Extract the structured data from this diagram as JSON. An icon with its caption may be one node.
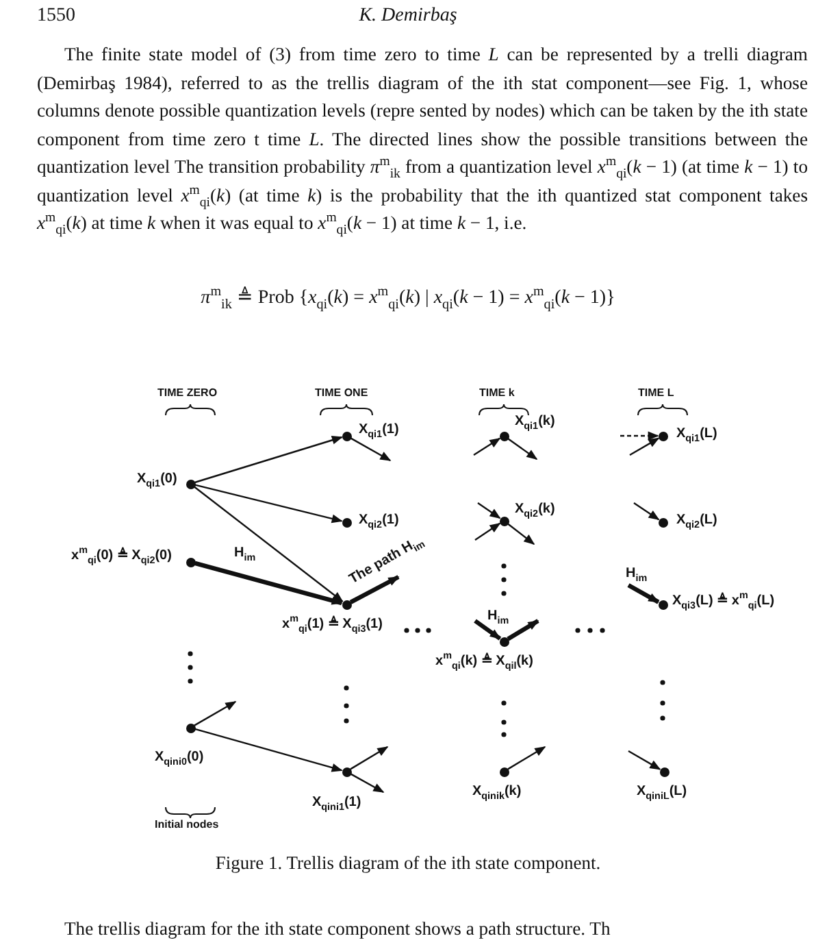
{
  "diagram": {
    "caption": "Figure 1. Trellis diagram of the ith state component.",
    "nodes": [
      {
        "text": [],
        "shape": "circle",
        "beside": [
          "X$_{qi1}$(0)"
        ]
      },
      {
        "text": [],
        "shape": "circle",
        "beside": [
          "x$^{m}$$_{qi}$(0) ≜ X$_{qi2}$(0)"
        ]
      },
      {
        "text": [],
        "shape": "circle",
        "beside": [
          "X$_{qin}$$_{i0}$(0)"
        ]
      },
      {
        "text": [],
        "shape": "circle",
        "beside": [
          "X$_{qi1}$(1)"
        ]
      },
      {
        "text": [],
        "shape": "circle",
        "beside": [
          "X$_{qi2}$(1)"
        ]
      },
      {
        "text": [],
        "shape": "circle",
        "beside": [
          "x$^{m}$$_{qi}$(1) ≜ X$_{qi3}$(1)"
        ]
      },
      {
        "text": [],
        "shape": "circle",
        "beside": [
          "X$_{qin}$$_{i1}$(1)"
        ]
      },
      {
        "text": [],
        "shape": "circle",
        "beside": [
          "X$_{qi1}$(k)"
        ]
      },
      {
        "text": [],
        "shape": "circle",
        "beside": [
          "X$_{qi2}$(k)"
        ]
      },
      {
        "text": [],
        "shape": "circle",
        "beside": [
          "x$^{m}$$_{qi}$(k) ≜ X$_{qil}$(k)"
        ]
      },
      {
        "text": [],
        "shape": "circle",
        "beside": [
          "X$_{qin}$$_{ik}$(k)"
        ]
      },
      {
        "text": [],
        "shape": "circle",
        "beside": [
          "X$_{qi1}$(L)"
        ]
      },
      {
        "text": [],
        "shape": "circle",
        "beside": [
          "X$_{qi2}$(L)"
        ]
      },
      {
        "text": [],
        "shape": "circle",
        "beside": [
          "X$_{qi3}$(L) ≜ x$^{m}$$_{qi}$(L)"
        ]
      },
      {
        "text": [],
        "shape": "circle",
        "beside": [
          "X$_{qin}$$_{iL}$(L)"
        ]
      }
    ],
    "edges": [
      {
        "from": 0,
        "to": 3,
        "arrow": "to"
      },
      {
        "from": 0,
        "to": 4,
        "arrow": "to"
      },
      {
        "from": 0,
        "to": 5,
        "arrow": "to"
      },
      {
        "from": 1,
        "to": 5,
        "arrow": "to",
        "style": "thick",
        "label": "H$_{im}$"
      },
      {
        "from": 5,
        "to": null,
        "arrow": "to",
        "style": "thick",
        "label": "The path H$_{im}$"
      },
      {
        "from": 3,
        "to": null,
        "arrow": "to"
      },
      {
        "from": 2,
        "to": null,
        "arrow": "to"
      },
      {
        "from": 2,
        "to": 6,
        "arrow": "to"
      },
      {
        "from": 6,
        "to": null,
        "arrow": "to"
      },
      {
        "from": 6,
        "to": null,
        "arrow": "to"
      },
      {
        "from": null,
        "to": 7,
        "arrow": "to"
      },
      {
        "from": 7,
        "to": null,
        "arrow": "to"
      },
      {
        "from": null,
        "to": 8,
        "arrow": "to"
      },
      {
        "from": null,
        "to": 8,
        "arrow": "to"
      },
      {
        "from": 8,
        "to": null,
        "arrow": "to"
      },
      {
        "from": null,
        "to": 9,
        "arrow": "to",
        "style": "thick",
        "label": "H$_{im}$"
      },
      {
        "from": 9,
        "to": null,
        "arrow": "to",
        "style": "thick"
      },
      {
        "from": 10,
        "to": null,
        "arrow": "to"
      },
      {
        "from": null,
        "to": 11,
        "arrow": "to",
        "style": "dashed"
      },
      {
        "from": null,
        "to": 11,
        "arrow": "to"
      },
      {
        "from": null,
        "to": 12,
        "arrow": "to"
      },
      {
        "from": null,
        "to": 13,
        "arrow": "to",
        "style": "thick",
        "label": "H$_{im}$"
      },
      {
        "from": null,
        "to": 14,
        "arrow": "to"
      }
    ],
    "labels": [
      "1550",
      "K. Demirbaş",
      "The finite state model of (3) from time zero to time *L* can be represented by a trelli diagram (Demirbaş 1984), referred to as the trellis diagram of the ith stat component—see Fig. 1, whose columns denote possible quantization levels (repre sented by nodes) which can be taken by the ith state component from time zero t time *L*. The directed lines show the possible transitions between the quantization level The transition probability *π*$^{m}$$_{ik}$ from a quantization level *x*$^{m}$$_{qi}$(*k* − 1) (at time *k* − 1) to quantization level *x*$^{m}$$_{qi}$(*k*) (at time *k*) is the probability that the ith quantized stat component takes *x*$^{m}$$_{qi}$(*k*) at time *k* when it was equal to *x*$^{m}$$_{qi}$(*k* − 1) at time *k* − 1, i.e.",
      "*π*$^{m}$$_{ik}$ ≜ Prob {*x*$_{qi}$(*k*) = *x*$^{m}$$_{qi}$(*k*) | *x*$_{qi}$(*k* − 1) = *x*$^{m}$$_{qi}$(*k* − 1)}",
      "TIME ZERO",
      "TIME ONE",
      "TIME k",
      "TIME L",
      "Initial nodes",
      "The trellis diagram for the ith state component shows a path structure. Th"
    ]
  }
}
